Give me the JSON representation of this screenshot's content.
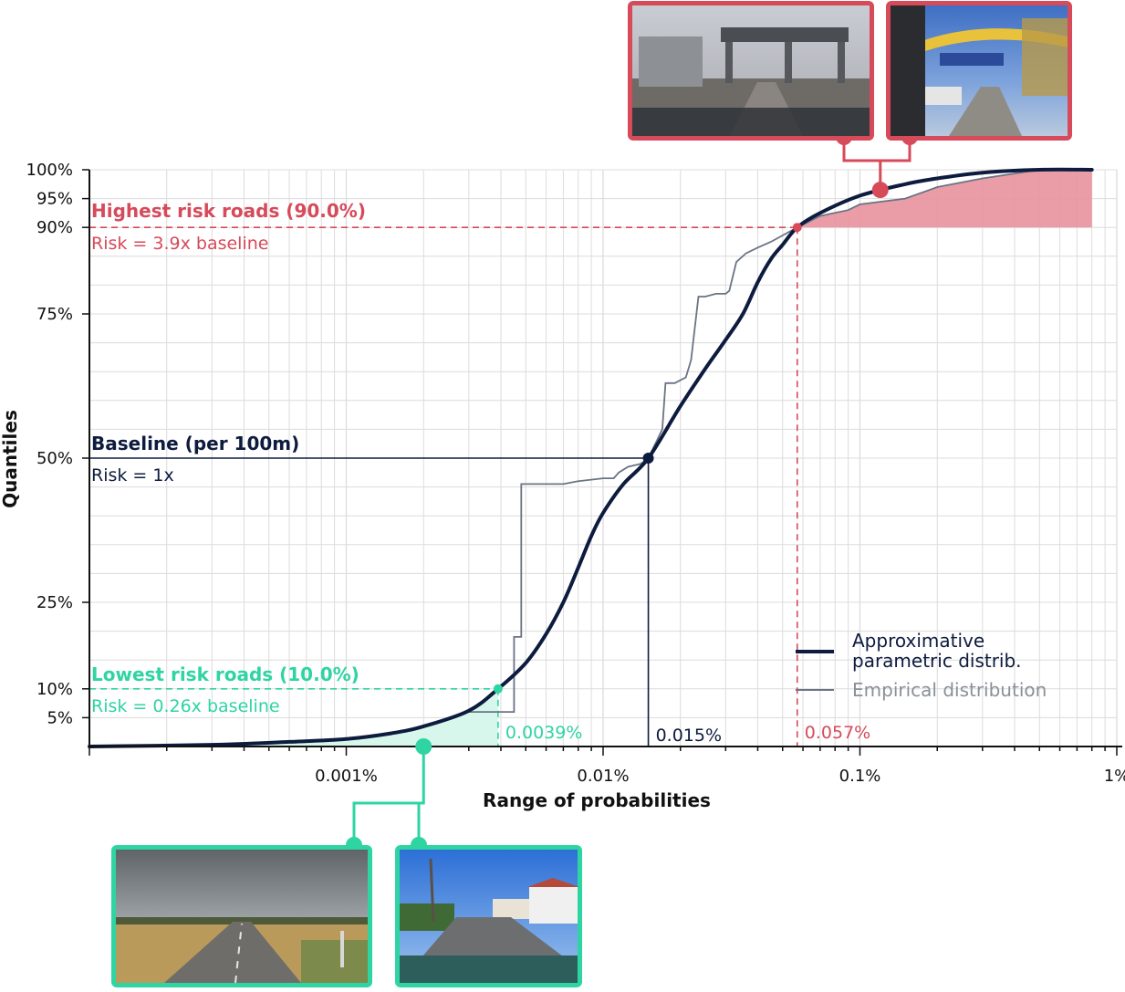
{
  "colors": {
    "navy": "#0d1b3e",
    "red": "#d64a5a",
    "red_fill": "#e8929c",
    "green": "#2fd4a3",
    "green_fill": "#d8f7ec",
    "gray_line": "#6b7384",
    "grid": "#dcdcdc"
  },
  "chart_data": {
    "type": "line",
    "xlabel": "Range of probabilities",
    "ylabel": "Quantiles",
    "x_scale": "log",
    "x_unit": "percent",
    "xlim": [
      0.0001,
      1
    ],
    "ylim": [
      0,
      100
    ],
    "x_ticks": [
      {
        "value": 0.001,
        "label": "0.001%"
      },
      {
        "value": 0.01,
        "label": "0.01%"
      },
      {
        "value": 0.1,
        "label": "0.1%"
      },
      {
        "value": 1,
        "label": "1%"
      }
    ],
    "y_ticks": [
      {
        "value": 5,
        "label": "5%"
      },
      {
        "value": 10,
        "label": "10%"
      },
      {
        "value": 25,
        "label": "25%"
      },
      {
        "value": 50,
        "label": "50%"
      },
      {
        "value": 75,
        "label": "75%"
      },
      {
        "value": 90,
        "label": "90%"
      },
      {
        "value": 95,
        "label": "95%"
      },
      {
        "value": 100,
        "label": "100%"
      }
    ],
    "grid": true,
    "legend_position": "bottom-right",
    "series": [
      {
        "name": "Approximative parametric distrib.",
        "name_lines": [
          "Approximative",
          "parametric distrib."
        ],
        "color": "#0d1b3e",
        "points": [
          [
            0.0001,
            0
          ],
          [
            0.0003,
            0.3
          ],
          [
            0.0006,
            0.8
          ],
          [
            0.001,
            1.3
          ],
          [
            0.0015,
            2.3
          ],
          [
            0.002,
            3.5
          ],
          [
            0.003,
            6.2
          ],
          [
            0.0039,
            10
          ],
          [
            0.005,
            14.5
          ],
          [
            0.006,
            19.5
          ],
          [
            0.007,
            25
          ],
          [
            0.008,
            31
          ],
          [
            0.009,
            36.5
          ],
          [
            0.01,
            40.5
          ],
          [
            0.012,
            45.5
          ],
          [
            0.015,
            50
          ],
          [
            0.02,
            59
          ],
          [
            0.025,
            65.5
          ],
          [
            0.03,
            70.5
          ],
          [
            0.035,
            75
          ],
          [
            0.04,
            80.5
          ],
          [
            0.045,
            84.5
          ],
          [
            0.05,
            87
          ],
          [
            0.057,
            90
          ],
          [
            0.07,
            92.5
          ],
          [
            0.1,
            95.5
          ],
          [
            0.15,
            97.5
          ],
          [
            0.2,
            98.5
          ],
          [
            0.3,
            99.5
          ],
          [
            0.5,
            100
          ],
          [
            0.8,
            100
          ]
        ]
      },
      {
        "name": "Empirical distribution",
        "color": "#6b7384",
        "points": [
          [
            0.003,
            6
          ],
          [
            0.0045,
            6
          ],
          [
            0.0045,
            19
          ],
          [
            0.0048,
            19
          ],
          [
            0.0048,
            45.5
          ],
          [
            0.007,
            45.5
          ],
          [
            0.008,
            46
          ],
          [
            0.01,
            46.5
          ],
          [
            0.011,
            46.5
          ],
          [
            0.0115,
            47.5
          ],
          [
            0.0125,
            48.5
          ],
          [
            0.014,
            49
          ],
          [
            0.015,
            50
          ],
          [
            0.017,
            55
          ],
          [
            0.0175,
            63
          ],
          [
            0.019,
            63
          ],
          [
            0.021,
            64
          ],
          [
            0.022,
            67
          ],
          [
            0.0235,
            78
          ],
          [
            0.025,
            78
          ],
          [
            0.0275,
            78.5
          ],
          [
            0.03,
            78.5
          ],
          [
            0.031,
            79
          ],
          [
            0.033,
            84
          ],
          [
            0.036,
            85.5
          ],
          [
            0.04,
            86.5
          ],
          [
            0.045,
            87.5
          ],
          [
            0.057,
            90
          ],
          [
            0.07,
            92
          ],
          [
            0.09,
            93
          ],
          [
            0.1,
            94
          ],
          [
            0.15,
            95
          ],
          [
            0.2,
            97
          ],
          [
            0.3,
            98.5
          ],
          [
            0.5,
            100
          ],
          [
            0.8,
            100
          ]
        ]
      }
    ],
    "annotations": {
      "highest": {
        "title": "Highest risk roads (90.0%)",
        "risk": "Risk = 3.9x baseline",
        "quantile": 90,
        "prob": 0.057,
        "prob_label": "0.057%"
      },
      "baseline": {
        "title": "Baseline (per 100m)",
        "risk": "Risk = 1x",
        "quantile": 50,
        "prob": 0.015,
        "prob_label": "0.015%"
      },
      "lowest": {
        "title": "Lowest risk roads (10.0%)",
        "risk": "Risk = 0.26x baseline",
        "quantile": 10,
        "prob": 0.0039,
        "prob_label": "0.0039%"
      }
    },
    "callouts": {
      "high_marker": {
        "x": 0.12,
        "y": 96.5
      },
      "low_marker": {
        "x": 0.002,
        "y": 0
      }
    }
  },
  "photos": {
    "high": [
      "toll-plaza-photo",
      "highway-bridge-photo"
    ],
    "low": [
      "cloudy-rural-road-photo",
      "village-road-photo"
    ]
  }
}
